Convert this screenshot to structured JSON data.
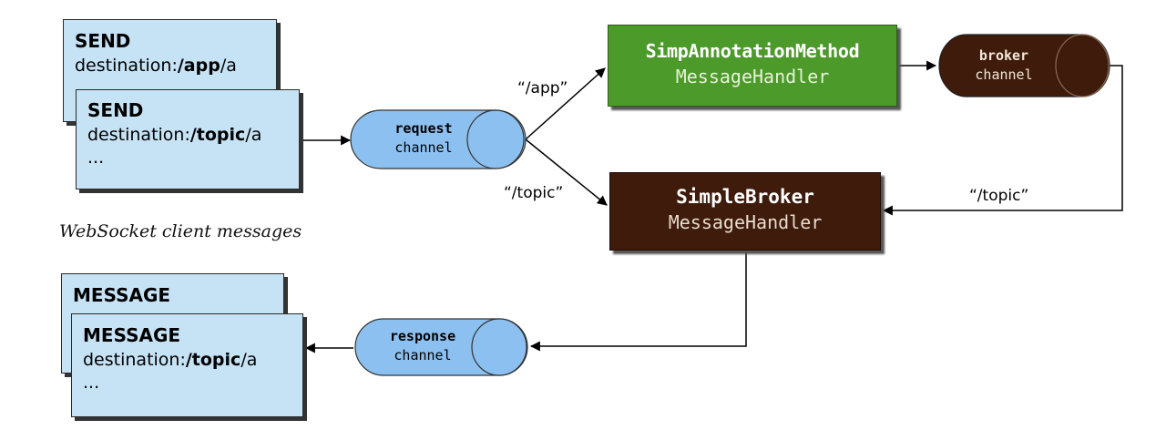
{
  "send_messages": {
    "back": {
      "command": "SEND",
      "dest_prefix": "destination:",
      "dest_bold": "/app",
      "dest_suffix": "/a"
    },
    "front": {
      "command": "SEND",
      "dest_prefix": "destination:",
      "dest_bold": "/topic",
      "dest_suffix": "/a",
      "ellipsis": "..."
    }
  },
  "caption": "WebSocket client messages",
  "request_channel": {
    "line1": "request",
    "line2": "channel"
  },
  "broker_channel": {
    "line1": "broker",
    "line2": "channel"
  },
  "response_channel": {
    "line1": "response",
    "line2": "channel"
  },
  "annotation_handler": {
    "line1": "SimpAnnotationMethod",
    "line2": "MessageHandler"
  },
  "simple_broker": {
    "line1": "SimpleBroker",
    "line2": "MessageHandler"
  },
  "arrow_labels": {
    "app": "“/app”",
    "topic_left": "“/topic”",
    "topic_right": "“/topic”"
  },
  "message_messages": {
    "back": {
      "command": "MESSAGE"
    },
    "front": {
      "command": "MESSAGE",
      "dest_prefix": "destination:",
      "dest_bold": "/topic",
      "dest_suffix": "/a",
      "ellipsis": "..."
    }
  },
  "colors": {
    "message_fill": "#c6e2f5",
    "channel_blue": "#8cc0f0",
    "green_box": "#4c9a2a",
    "brown": "#3e1b0b",
    "text_light": "#f2e6d8"
  }
}
